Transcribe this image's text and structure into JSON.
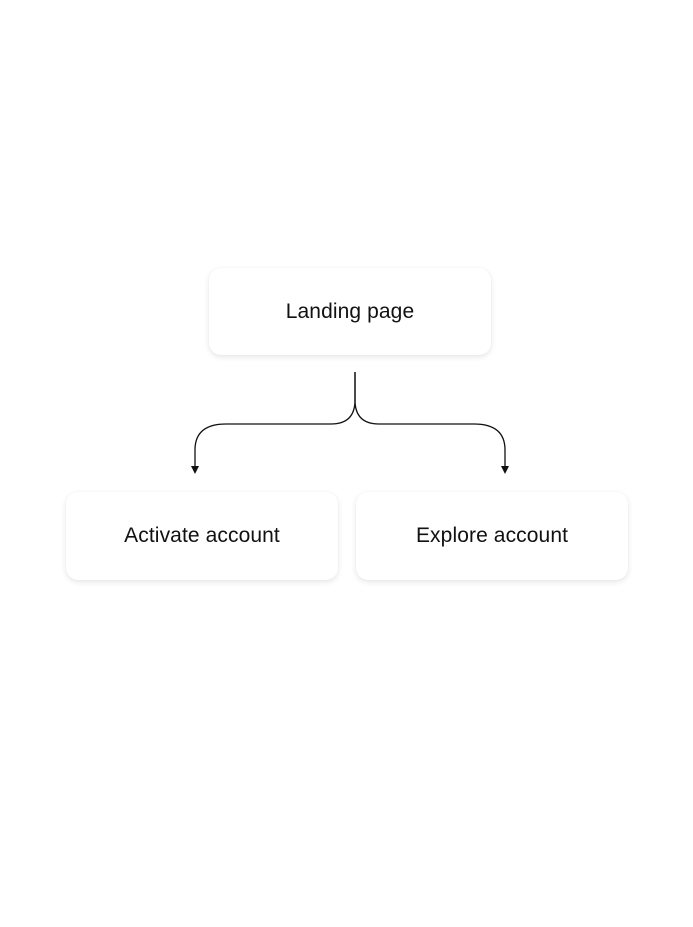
{
  "nodes": {
    "landing": {
      "label": "Landing page"
    },
    "activate": {
      "label": "Activate account"
    },
    "explore": {
      "label": "Explore account"
    }
  },
  "edges": [
    {
      "from": "Landing page",
      "to": "Activate account"
    },
    {
      "from": "Landing page",
      "to": "Explore account"
    }
  ],
  "colors": {
    "background": "#ffffff",
    "node_fill": "#ffffff",
    "text": "#111111",
    "connector": "#111111"
  }
}
